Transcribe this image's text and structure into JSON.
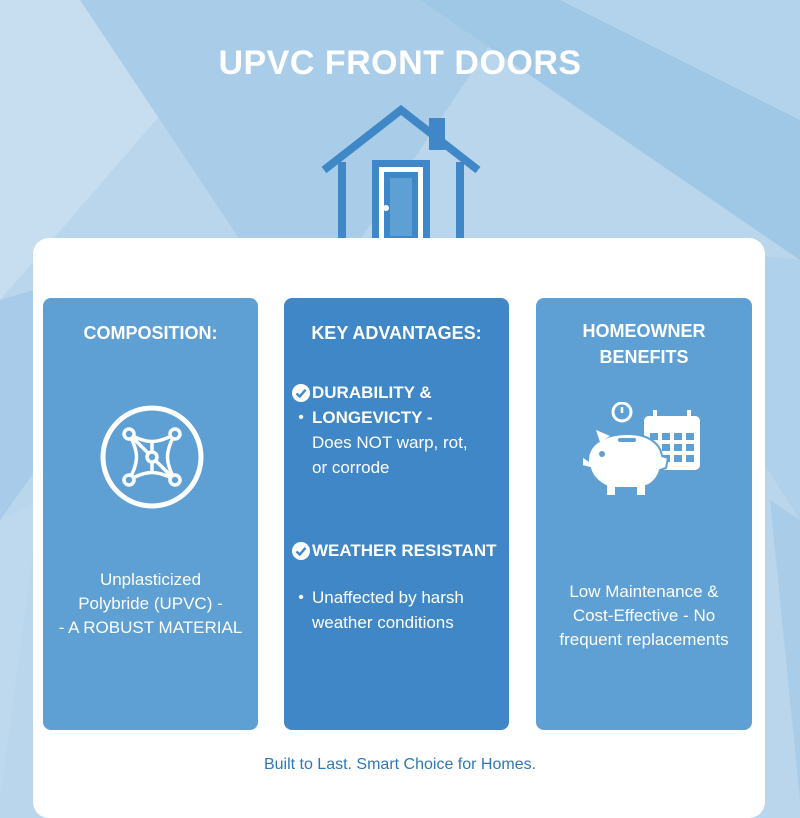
{
  "title": "UPVC FRONT DOORS",
  "colors": {
    "accent": "#3f87c6",
    "panel": "#5e9fd4",
    "background": "#b9d6ec"
  },
  "panels": [
    {
      "heading": "COMPOSITION:",
      "icon": "molecule-icon",
      "text": [
        "Unplasticized",
        "Polybride (UPVC) -",
        "- A ROBUST MATERIAL"
      ]
    },
    {
      "heading": "KEY ADVANTAGES:",
      "advantages": [
        {
          "title_lines": [
            "DURABILITY &",
            "LONGEVICTY -"
          ],
          "detail_lines": [
            "Does NOT warp, rot,",
            "or corrode"
          ]
        },
        {
          "title_lines": [
            "WEATHER RESISTANT"
          ],
          "detail_lines": [
            "Unaffected by harsh",
            "weather conditions"
          ]
        }
      ]
    },
    {
      "heading_lines": [
        "HOMEOWNER",
        "BENEFITS"
      ],
      "icon": "piggy-bank-calendar-icon",
      "text": [
        "Low Maintenance &",
        "Cost-Effective - No",
        "frequent replacements"
      ]
    }
  ],
  "footer": "Built to Last. Smart Choice for Homes."
}
